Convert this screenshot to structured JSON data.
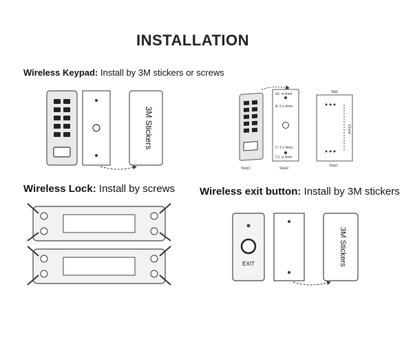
{
  "page_title": "INSTALLATION",
  "sections": {
    "keypad": {
      "heading": "Wireless Keypad:",
      "subtitle": " Install by 3M stickers or screws",
      "sticker_label": "3M Stickers",
      "wall_label": "Wall",
      "step1_label": "Step1",
      "step2_label": "Step2",
      "step3_label": "Step3",
      "hole_label_a1": "A1: ø 6mm",
      "hole_label_a2": "A: 5 x 4mm",
      "hole_label_c1": "C: 5 x 4mm",
      "hole_label_c2": "C1: ø 5mm",
      "dim_label": "61mm"
    },
    "lock": {
      "heading": "Wireless Lock:",
      "subtitle": " Install by screws"
    },
    "exit": {
      "heading": "Wireless exit button:",
      "subtitle": " Install by 3M stickers",
      "button_label": "EXIT",
      "sticker_label": "3M Stickers"
    }
  }
}
